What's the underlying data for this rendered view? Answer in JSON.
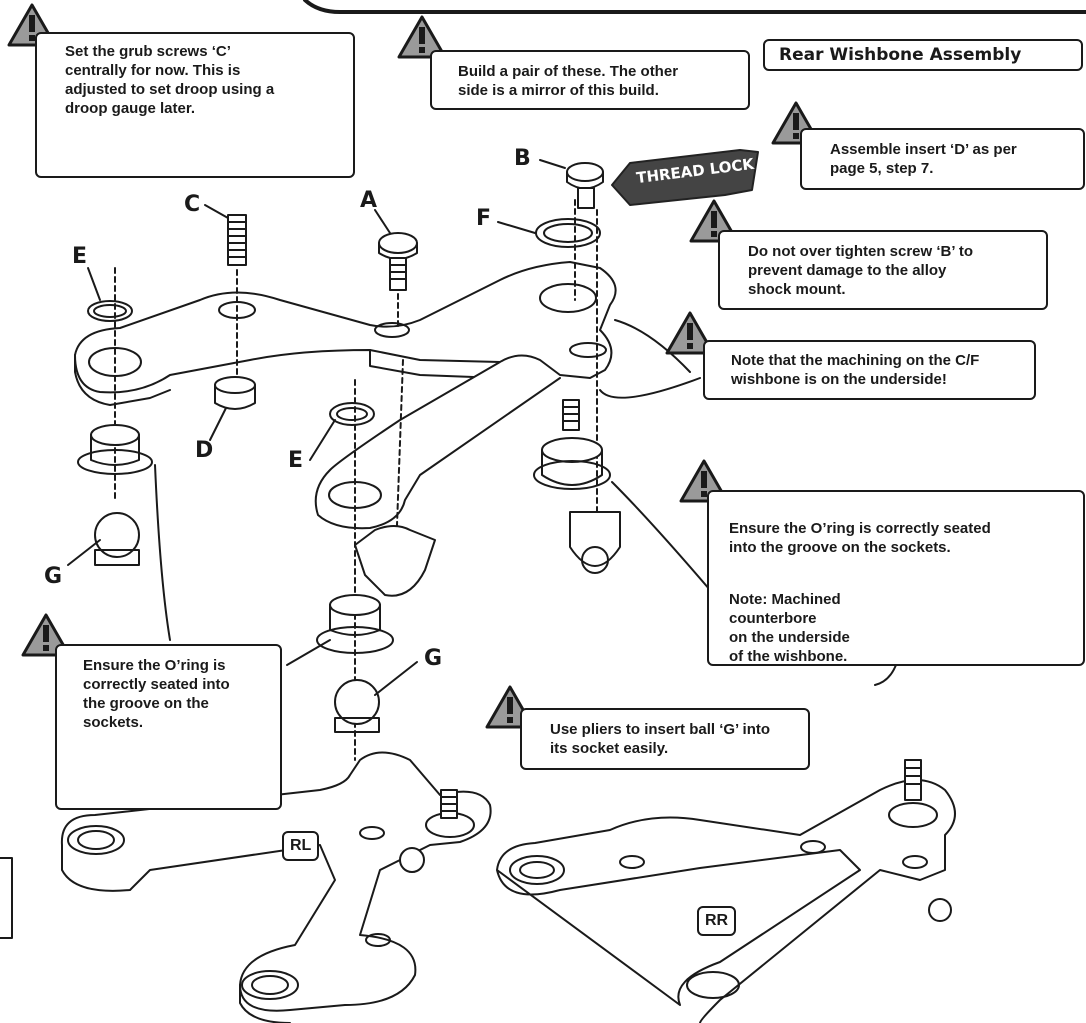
{
  "title": "Rear Wishbone Assembly",
  "notes": {
    "grub": "Set the grub screws ‘C’\ncentrally for now.  This is\nadjusted to set droop using a\ndroop gauge later.",
    "pair": "Build a pair of these. The other\nside is a mirror of this build.",
    "insert": "Assemble insert ‘D’ as per\npage 5, step 7.",
    "overtighten": "Do not over tighten screw ‘B’ to\nprevent damage to the alloy\nshock mount.",
    "machining": "Note that the machining on the C/F\nwishbone is on the underside!",
    "oring_right": "Ensure the O’ring is  correctly seated\ninto the groove on the sockets.",
    "machined_note": "Note: Machined\ncounterbore\non the underside\nof the wishbone.",
    "oring_left": "Ensure the O’ring is\ncorrectly seated into\nthe groove on the\nsockets.",
    "pliers": "Use pliers to insert ball ‘G’ into\nits socket easily."
  },
  "part_labels": {
    "a": "A",
    "b": "B",
    "c": "C",
    "d": "D",
    "e1": "E",
    "e2": "E",
    "f": "F",
    "g1": "G",
    "g2": "G"
  },
  "thread_lock": "THREAD LOCK",
  "badges": {
    "rl": "RL",
    "rr": "RR"
  },
  "icons": [
    "warning-triangle-icon"
  ]
}
